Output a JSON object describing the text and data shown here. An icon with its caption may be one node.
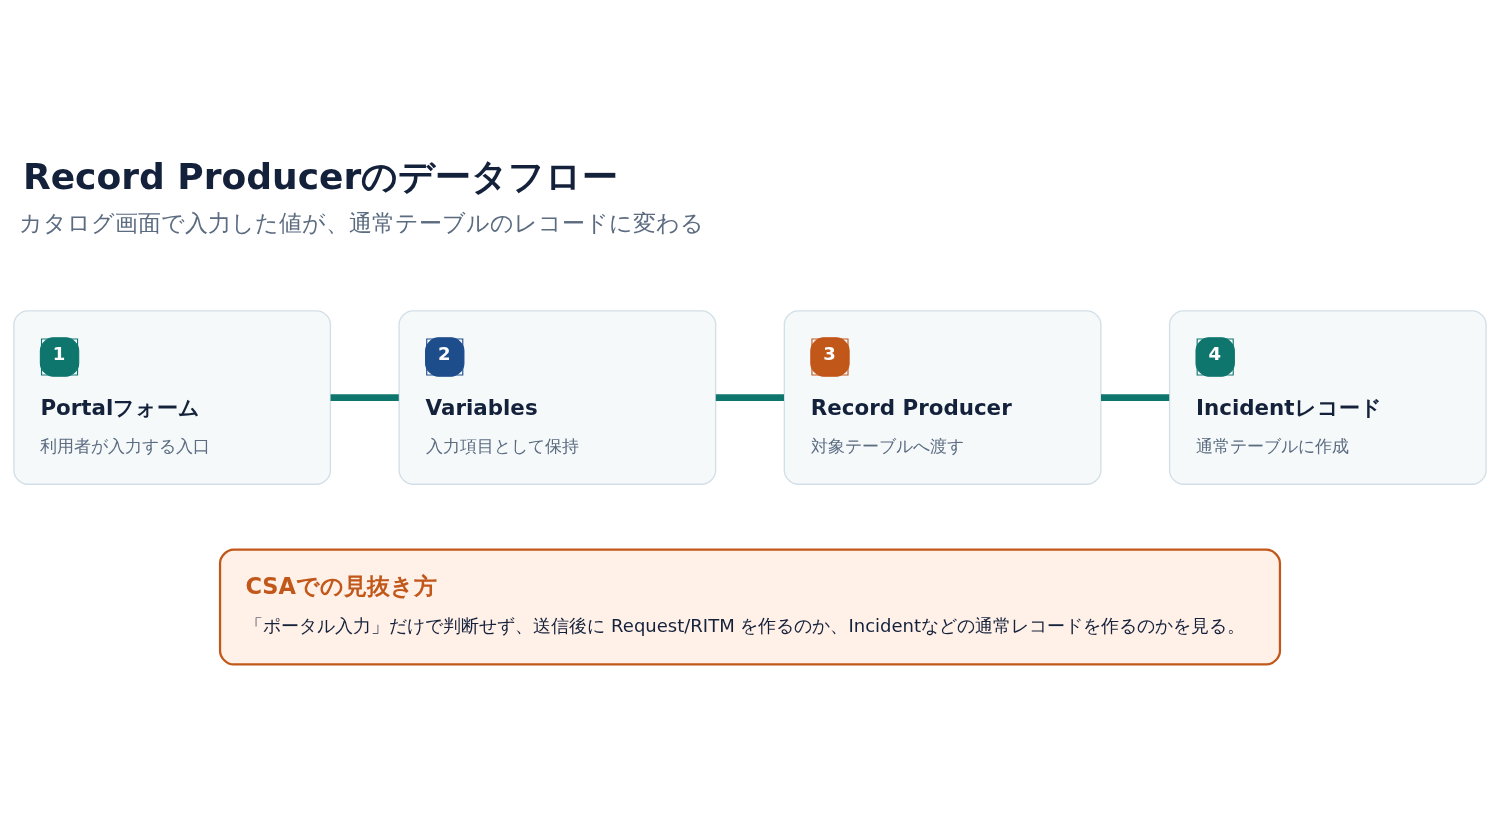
{
  "diagram": {
    "title": "Record Producerのデータフロー",
    "nodes": [
      {
        "text": [
          "1",
          "Portalフォーム",
          "利用者が入力する入口"
        ]
      },
      {
        "text": [
          "2",
          "Variables",
          "入力項目として保持"
        ]
      },
      {
        "text": [
          "3",
          "Record Producer",
          "対象テーブルへ渡す"
        ]
      },
      {
        "text": [
          "4",
          "Incidentレコード",
          "通常テーブルに作成"
        ]
      },
      {
        "text": [
          "CSAでの見抜き方",
          "「ポータル入力」だけで判断せず、送信後に Request/RITM を作るのか、Incidentなどの通常レコードを作るのかを見る。"
        ]
      }
    ],
    "edges": [
      {
        "from": 0,
        "to": 1,
        "arrow": "none"
      },
      {
        "from": 1,
        "to": 2,
        "arrow": "none"
      },
      {
        "from": 2,
        "to": 3,
        "arrow": "none"
      }
    ],
    "labels": [
      "カタログ画面で入力した値が、通常テーブルのレコードに変わる"
    ]
  }
}
